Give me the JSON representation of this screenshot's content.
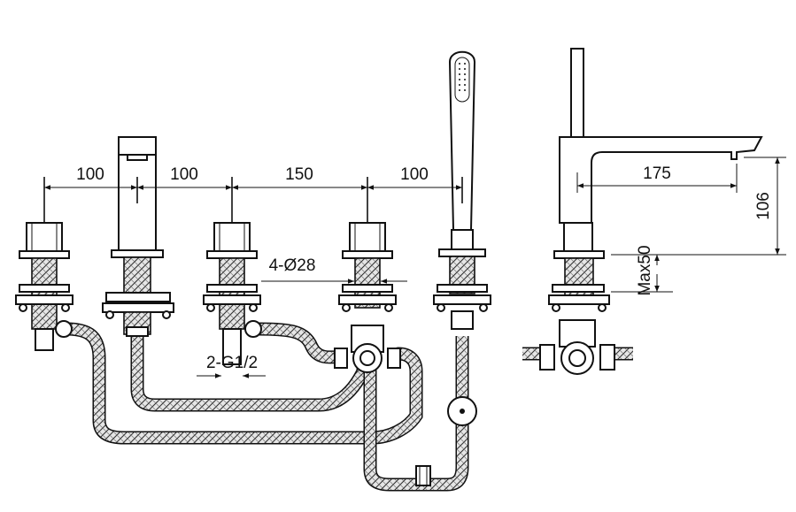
{
  "dimensions": {
    "spacing_1": "100",
    "spacing_2": "100",
    "spacing_3": "150",
    "spacing_4": "100",
    "hole_diameter": "4-Ø28",
    "inlet_thread": "2-G1/2",
    "spout_reach": "175",
    "spout_height": "106",
    "max_deck_thickness": "Max50"
  },
  "colors": {
    "line": "#111111",
    "background": "#ffffff",
    "hose_fill": "#bdbdbd"
  }
}
